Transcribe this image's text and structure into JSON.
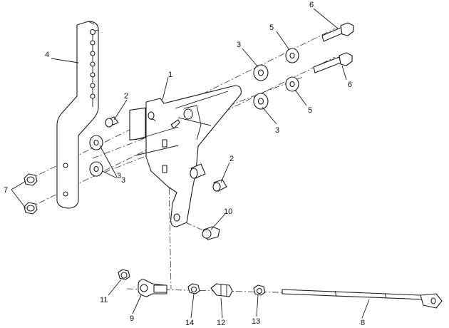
{
  "callouts": [
    {
      "id": "c1",
      "text": "1"
    },
    {
      "id": "c2a",
      "text": "2"
    },
    {
      "id": "c2b",
      "text": "2"
    },
    {
      "id": "c3a",
      "text": "3"
    },
    {
      "id": "c3b",
      "text": "3"
    },
    {
      "id": "c3c",
      "text": "3"
    },
    {
      "id": "c3d",
      "text": "3"
    },
    {
      "id": "c4",
      "text": "4"
    },
    {
      "id": "c5a",
      "text": "5"
    },
    {
      "id": "c5b",
      "text": "5"
    },
    {
      "id": "c6a",
      "text": "6"
    },
    {
      "id": "c6b",
      "text": "6"
    },
    {
      "id": "c7",
      "text": "7"
    },
    {
      "id": "c8",
      "text": "8"
    },
    {
      "id": "c9",
      "text": "9"
    },
    {
      "id": "c10",
      "text": "10"
    },
    {
      "id": "c11",
      "text": "11"
    },
    {
      "id": "c12",
      "text": "12"
    },
    {
      "id": "c13",
      "text": "13"
    },
    {
      "id": "c14",
      "text": "14"
    }
  ],
  "colors": {
    "line": "#1a1a1a",
    "background": "#ffffff"
  }
}
